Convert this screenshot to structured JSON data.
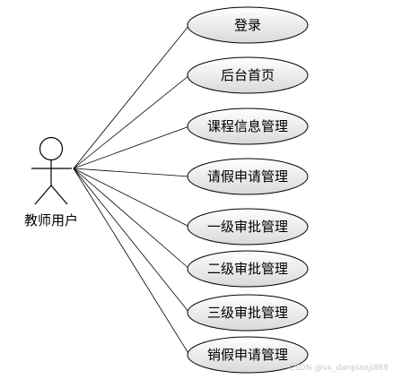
{
  "actor": {
    "name": "教师用户"
  },
  "use_cases": [
    {
      "label": "登录"
    },
    {
      "label": "后台首页"
    },
    {
      "label": "课程信息管理"
    },
    {
      "label": "请假申请管理"
    },
    {
      "label": "一级审批管理"
    },
    {
      "label": "二级审批管理"
    },
    {
      "label": "三级审批管理"
    },
    {
      "label": "销假申请管理"
    }
  ],
  "watermark": "CSDN @vx_danpianji889",
  "colors": {
    "ellipse_fill_top": "#ffffff",
    "ellipse_fill_bottom": "#d9d9d9",
    "stroke": "#000000"
  }
}
